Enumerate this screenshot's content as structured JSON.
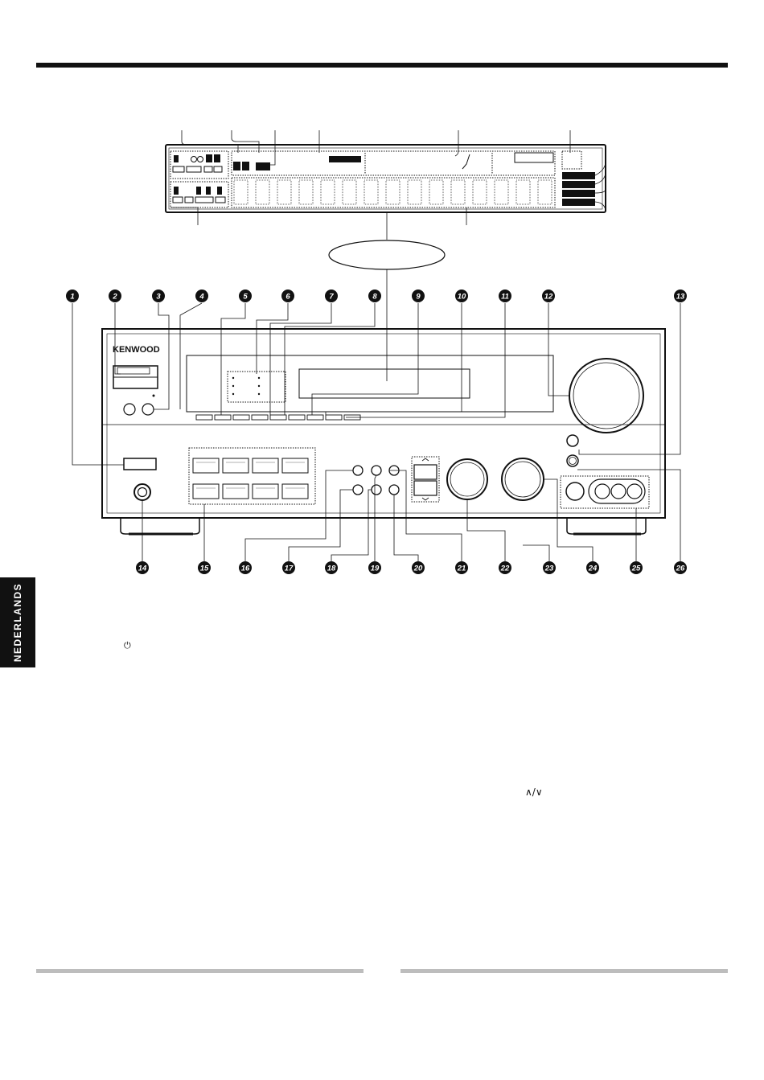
{
  "page": {
    "side_tab_label": "NEDERLANDS",
    "brand": "KENWOOD"
  },
  "callouts": [
    "1",
    "2",
    "3",
    "4",
    "5",
    "6",
    "7",
    "8",
    "9",
    "10",
    "11",
    "12",
    "13",
    "14",
    "15",
    "16",
    "17",
    "18",
    "19",
    "20",
    "21",
    "22",
    "23",
    "24",
    "25",
    "26"
  ],
  "icons": {
    "standby": "power-standby-icon",
    "updown": "up-down-arrows-icon"
  },
  "colors": {
    "ink": "#111111",
    "rule_grey": "#bdbdbd"
  }
}
